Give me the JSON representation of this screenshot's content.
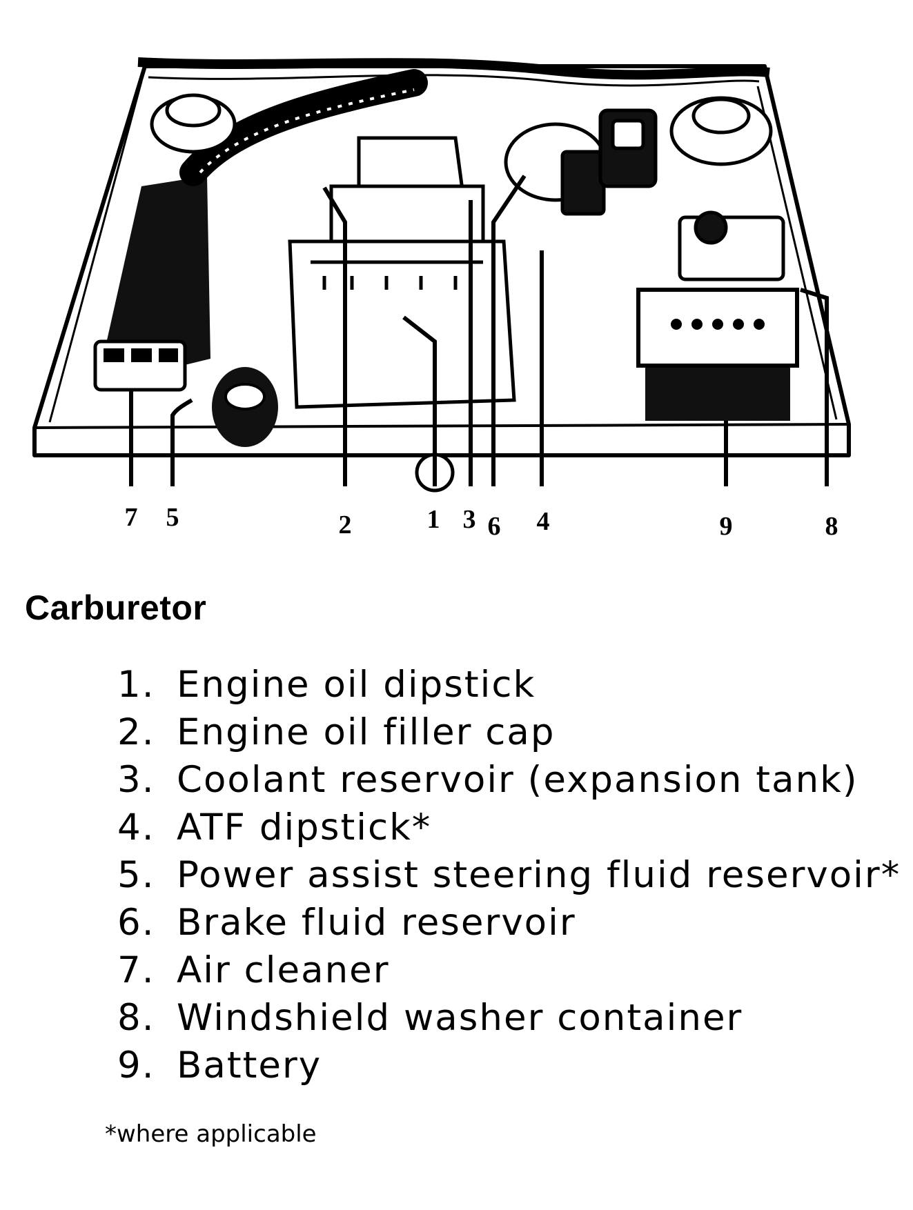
{
  "callouts": [
    "7",
    "5",
    "2",
    "1",
    "3",
    "6",
    "4",
    "9",
    "8"
  ],
  "title": "Carburetor",
  "legend": [
    {
      "num": "1.",
      "label": "Engine oil dipstick"
    },
    {
      "num": "2.",
      "label": "Engine oil filler cap"
    },
    {
      "num": "3.",
      "label": "Coolant reservoir (expansion tank)"
    },
    {
      "num": "4.",
      "label": "ATF dipstick*"
    },
    {
      "num": "5.",
      "label": "Power assist steering fluid reservoir*"
    },
    {
      "num": "6.",
      "label": "Brake fluid reservoir"
    },
    {
      "num": "7.",
      "label": "Air cleaner"
    },
    {
      "num": "8.",
      "label": "Windshield washer container"
    },
    {
      "num": "9.",
      "label": "Battery"
    }
  ],
  "footnote": "*where applicable",
  "colors": {
    "ink": "#000000",
    "paper": "#ffffff"
  }
}
